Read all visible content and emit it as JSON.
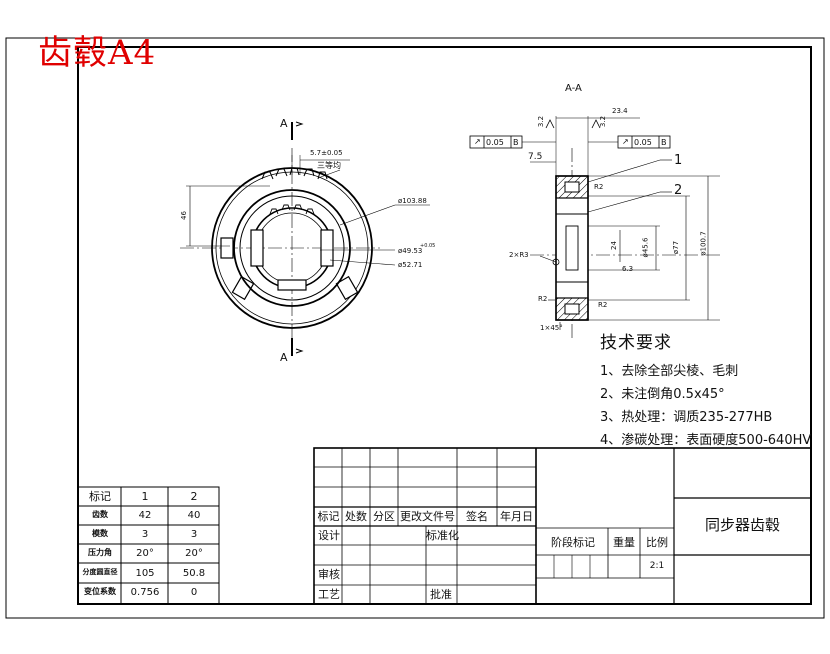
{
  "corner_label": "齿毂A4",
  "section_label": "A-A",
  "section_marks": [
    "A",
    "A"
  ],
  "tolerance_frames": [
    {
      "symbol": "↗",
      "value": "0.05",
      "datum": "B"
    },
    {
      "symbol": "↗",
      "value": "0.05",
      "datum": "B"
    }
  ],
  "callouts": [
    "1",
    "2"
  ],
  "front_view_dims": {
    "keyway": "5.7±0.05",
    "equal_spacing": "三等均",
    "height": "46",
    "d1": "ø103.88",
    "d2": "ø49.53",
    "d2_tol": "+0.05",
    "d3": "ø52.71"
  },
  "section_view_dims": {
    "width": "23.4",
    "offset": "7.5",
    "chamfer1": "2×R3",
    "r_top": "R2",
    "r_mid": "R2",
    "r_bot": "R2",
    "chamfer2": "1×45°",
    "d_hub": "ø77",
    "d_out": "ø100.7",
    "d_in": "ø45.6",
    "bore": "24",
    "angle": "6.3",
    "rough1": "3.2",
    "rough2": "3.2"
  },
  "tech_requirements": {
    "title": "技术要求",
    "items": [
      "1、去除全部尖棱、毛刺",
      "2、未注倒角0.5x45°",
      "3、热处理：调质235-277HB",
      "4、渗碳处理：表面硬度500-640HV"
    ]
  },
  "gear_table": {
    "headers": [
      "标记",
      "1",
      "2"
    ],
    "rows": [
      [
        "齿数",
        "42",
        "40"
      ],
      [
        "模数",
        "3",
        "3"
      ],
      [
        "压力角",
        "20°",
        "20°"
      ],
      [
        "分度圆直径",
        "105",
        "50.8"
      ],
      [
        "变位系数",
        "0.756",
        "0"
      ]
    ]
  },
  "title_block": {
    "part_name": "同步器齿毂",
    "rev_headers": [
      "标记",
      "处数",
      "分区",
      "更改文件号",
      "签名",
      "年月日"
    ],
    "design": "设计",
    "standardize": "标准化",
    "review": "审核",
    "process": "工艺",
    "approve": "批准",
    "stage_mark": "阶段标记",
    "weight": "重量",
    "scale_label": "比例",
    "scale_value": "2:1"
  }
}
